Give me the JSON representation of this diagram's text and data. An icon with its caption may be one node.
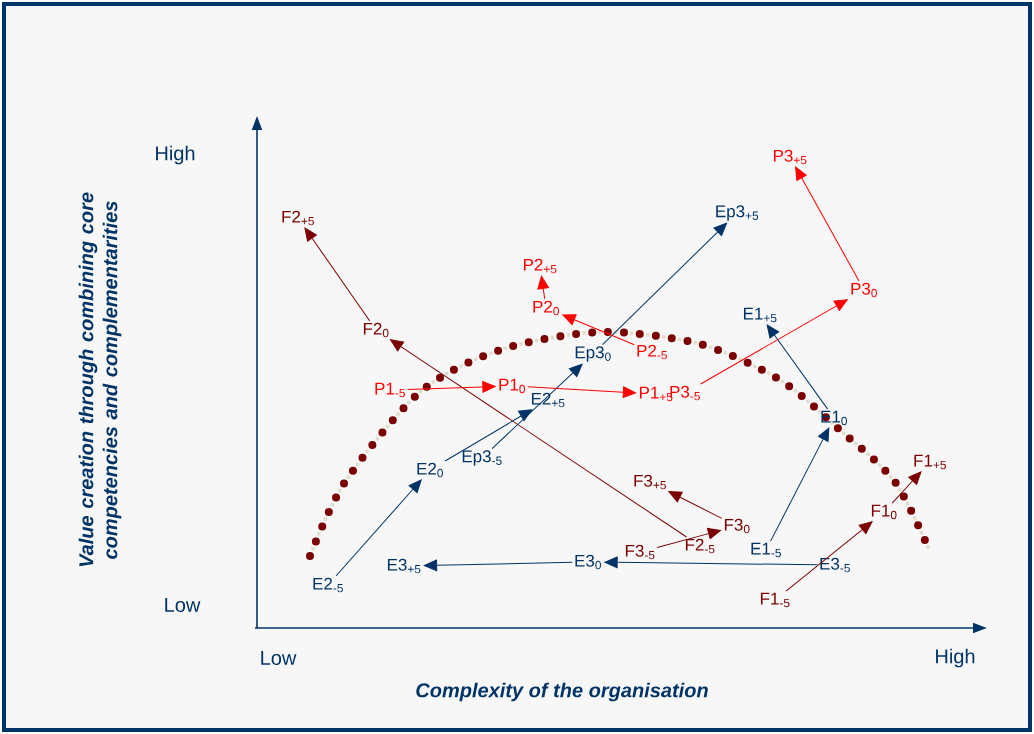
{
  "diagram": {
    "nodes": [
      {
        "text": [
          "F2$_{-5}$"
        ]
      },
      {
        "text": [
          "F2$_{0}$"
        ]
      },
      {
        "text": [
          "F2$_{+5}$"
        ]
      },
      {
        "text": [
          "F3$_{-5}$"
        ]
      },
      {
        "text": [
          "F3$_{0}$"
        ]
      },
      {
        "text": [
          "F3$_{+5}$"
        ]
      },
      {
        "text": [
          "F1$_{-5}$"
        ]
      },
      {
        "text": [
          "F1$_{0}$"
        ]
      },
      {
        "text": [
          "F1$_{+5}$"
        ]
      },
      {
        "text": [
          "E1$_{-5}$"
        ]
      },
      {
        "text": [
          "E1$_{0}$"
        ]
      },
      {
        "text": [
          "E1$_{+5}$"
        ]
      },
      {
        "text": [
          "E2$_{-5}$"
        ]
      },
      {
        "text": [
          "E2$_{0}$"
        ]
      },
      {
        "text": [
          "E2$_{+5}$"
        ]
      },
      {
        "text": [
          "E3$_{-5}$"
        ]
      },
      {
        "text": [
          "E3$_{0}$"
        ]
      },
      {
        "text": [
          "E3$_{+5}$"
        ]
      },
      {
        "text": [
          "Ep3$_{-5}$"
        ]
      },
      {
        "text": [
          "Ep3$_{0}$"
        ]
      },
      {
        "text": [
          "Ep3$_{+5}$"
        ]
      },
      {
        "text": [
          "P1$_{-5}$"
        ]
      },
      {
        "text": [
          "P1$_{0}$"
        ]
      },
      {
        "text": [
          "P1$_{+5}$"
        ]
      },
      {
        "text": [
          "P2$_{-5}$"
        ]
      },
      {
        "text": [
          "P2$_{0}$"
        ]
      },
      {
        "text": [
          "P2$_{+5}$"
        ]
      },
      {
        "text": [
          "P3$_{-5}$"
        ]
      },
      {
        "text": [
          "P3$_{0}$"
        ]
      },
      {
        "text": [
          "P3$_{+5}$"
        ]
      }
    ],
    "edges": [
      {
        "from": 0,
        "to": 1,
        "arrow": "to",
        "color": "#7b0000"
      },
      {
        "from": 1,
        "to": 2,
        "arrow": "to",
        "color": "#7b0000"
      },
      {
        "from": 3,
        "to": 4,
        "arrow": "to",
        "color": "#7b0000"
      },
      {
        "from": 4,
        "to": 5,
        "arrow": "to",
        "color": "#7b0000"
      },
      {
        "from": 6,
        "to": 7,
        "arrow": "to",
        "color": "#7b0000"
      },
      {
        "from": 7,
        "to": 8,
        "arrow": "to",
        "color": "#7b0000"
      },
      {
        "from": 9,
        "to": 10,
        "arrow": "to"
      },
      {
        "from": 10,
        "to": 11,
        "arrow": "to"
      },
      {
        "from": 12,
        "to": 13,
        "arrow": "to"
      },
      {
        "from": 13,
        "to": 14,
        "arrow": "to"
      },
      {
        "from": 15,
        "to": 16,
        "arrow": "to"
      },
      {
        "from": 16,
        "to": 17,
        "arrow": "to"
      },
      {
        "from": 18,
        "to": 19,
        "arrow": "to"
      },
      {
        "from": 19,
        "to": 20,
        "arrow": "to"
      },
      {
        "from": 21,
        "to": 22,
        "arrow": "to",
        "color": "#ff0000"
      },
      {
        "from": 22,
        "to": 23,
        "arrow": "to",
        "color": "#ff0000"
      },
      {
        "from": 24,
        "to": 25,
        "arrow": "to",
        "color": "#ff0000"
      },
      {
        "from": 25,
        "to": 26,
        "arrow": "to",
        "color": "#ff0000"
      },
      {
        "from": 27,
        "to": 28,
        "arrow": "to",
        "color": "#ff0000"
      },
      {
        "from": 28,
        "to": 29,
        "arrow": "to",
        "color": "#ff0000"
      }
    ],
    "labels": [
      "Value creation through combining core competencies and complementarities",
      "High",
      "Low",
      "Low",
      "High",
      "Complexity of the organisation"
    ]
  }
}
